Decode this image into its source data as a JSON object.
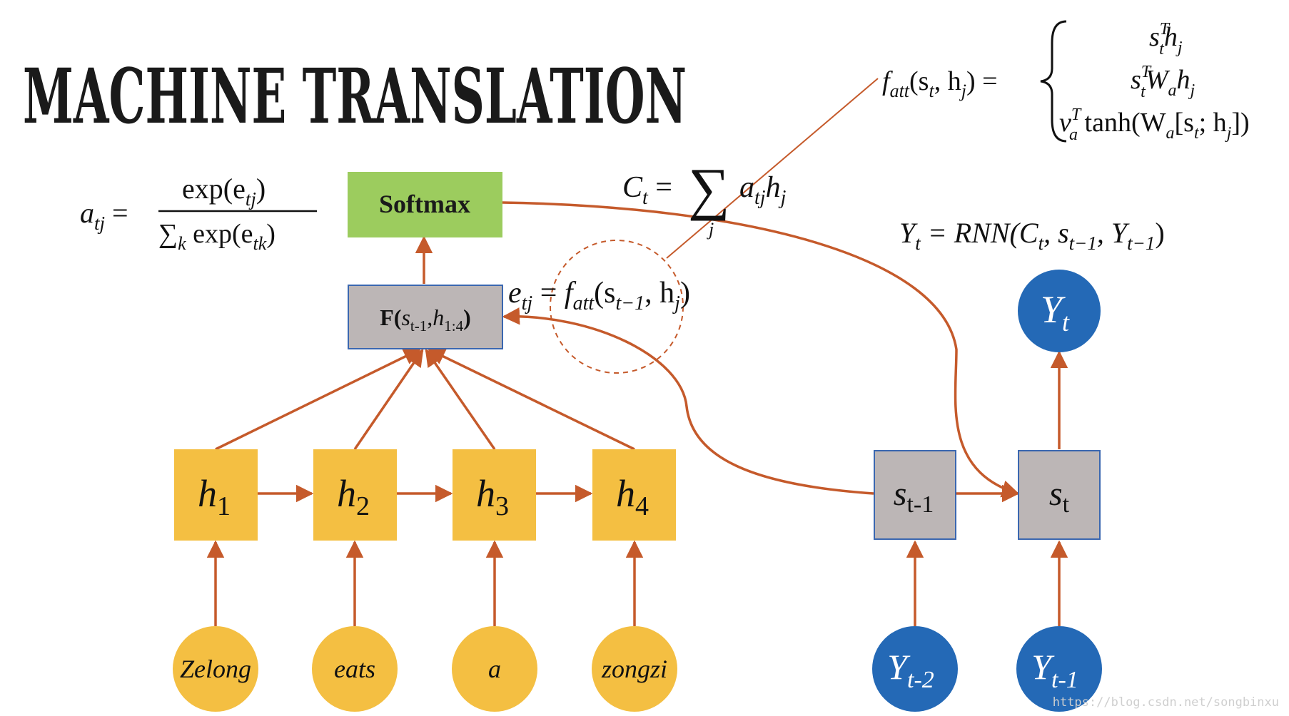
{
  "title": "MACHINE TRANSLATION",
  "colors": {
    "arrow": "#c55a2b",
    "encoder_box": "#f4bf42",
    "softmax_box": "#9ccc5e",
    "gray_box": "#bcb6b6",
    "box_border": "#3a67b0",
    "decoder_circle": "#2469b6",
    "title_text": "#1a1a1a"
  },
  "formulas": {
    "alpha_lhs": "a",
    "alpha_lhs_sub": "tj",
    "alpha_num": "exp(e",
    "alpha_num_sub": "tj",
    "alpha_den_sum": "∑",
    "alpha_den_sum_sub": "k",
    "alpha_den": " exp(e",
    "alpha_den_sub": "tk",
    "context_lhs": "C",
    "context_lhs_sub": "t",
    "context_sum": "∑",
    "context_sum_sub": "j",
    "context_rhs": "a",
    "context_rhs_sub": "tj",
    "context_rhs2": "h",
    "context_rhs2_sub": "j",
    "score_lhs": "e",
    "score_lhs_sub": "tj",
    "score_rhs": "f",
    "score_rhs_sub": "att",
    "score_args": "(s",
    "score_args_sub": "t−1",
    "score_args2": ", h",
    "score_args2_sub": "j",
    "rnn": "Y",
    "rnn_sub": "t",
    "rnn_rhs": " = RNN(C",
    "rnn_c_sub": "t",
    "rnn_s": ", s",
    "rnn_s_sub": "t−1",
    "rnn_y": ", Y",
    "rnn_y_sub": "t−1",
    "fatt_lhs": "f",
    "fatt_lhs_sub": "att",
    "fatt_args": "(s",
    "fatt_args_sub": "t",
    "fatt_args2": ", h",
    "fatt_args2_sub": "j",
    "case1": "s",
    "case1_sub": "t",
    "case1_sup": "T",
    "case1_b": "h",
    "case1_b_sub": "j",
    "case2": "s",
    "case2_sub": "t",
    "case2_sup": "T",
    "case2_b": "W",
    "case2_b_sub": "a",
    "case2_c": "h",
    "case2_c_sub": "j",
    "case3": "v",
    "case3_sub": "a",
    "case3_sup": "T",
    "case3_b": " tanh(W",
    "case3_b_sub": "a",
    "case3_c": "[s",
    "case3_c_sub": "t",
    "case3_d": "; h",
    "case3_d_sub": "j",
    "case3_e": "])"
  },
  "softmax_label": "Softmax",
  "attention_fn": {
    "prefix": "F(",
    "s": "s",
    "s_sub": "t-1",
    "comma": ",",
    "h": "h",
    "h_sub": "1:4",
    "suffix": ")"
  },
  "encoder_states": [
    {
      "base": "h",
      "sub": "1"
    },
    {
      "base": "h",
      "sub": "2"
    },
    {
      "base": "h",
      "sub": "3"
    },
    {
      "base": "h",
      "sub": "4"
    }
  ],
  "input_words": [
    "Zelong",
    "eats",
    "a",
    "zongzi"
  ],
  "decoder_states": [
    {
      "base": "s",
      "sub": "t-1"
    },
    {
      "base": "s",
      "sub": "t"
    }
  ],
  "decoder_inputs": [
    {
      "base": "Y",
      "sub": "t-2"
    },
    {
      "base": "Y",
      "sub": "t-1"
    }
  ],
  "decoder_output": {
    "base": "Y",
    "sub": "t"
  },
  "watermark": "https://blog.csdn.net/songbinxu"
}
